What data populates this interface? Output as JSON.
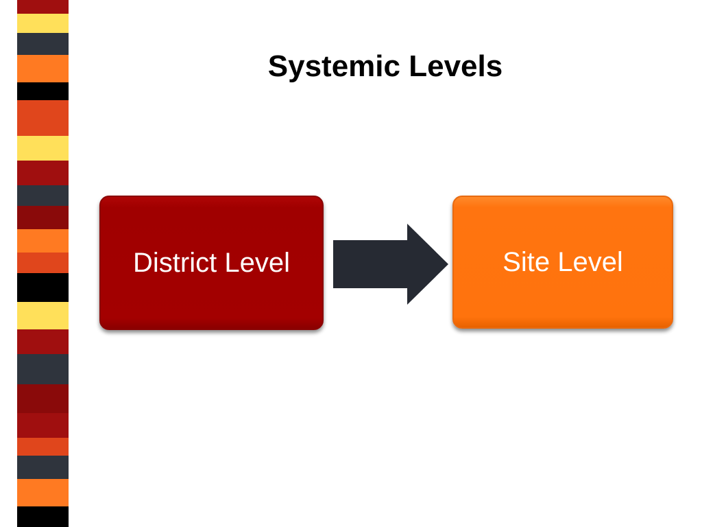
{
  "slide": {
    "title": "Systemic Levels"
  },
  "diagram": {
    "nodes": [
      {
        "id": "district",
        "label": "District Level",
        "color": "#a30000"
      },
      {
        "id": "site",
        "label": "Site Level",
        "color": "#ff730d"
      }
    ],
    "edges": [
      {
        "from": "district",
        "to": "site",
        "type": "arrow",
        "color": "#262a33"
      }
    ]
  },
  "decor": {
    "stripe_colors": [
      "#a00f0f",
      "#ffe05a",
      "#2f343d",
      "#ff7a22",
      "#000000",
      "#e0461c",
      "#ffe05a",
      "#a00f0f",
      "#2f343d",
      "#8a0a0a",
      "#ff7a22",
      "#e0461c",
      "#000000",
      "#ffe05a",
      "#a00f0f",
      "#2f343d",
      "#8a0a0a",
      "#a00f0f",
      "#e0461c",
      "#2f343d",
      "#ff7a22",
      "#000000"
    ]
  }
}
